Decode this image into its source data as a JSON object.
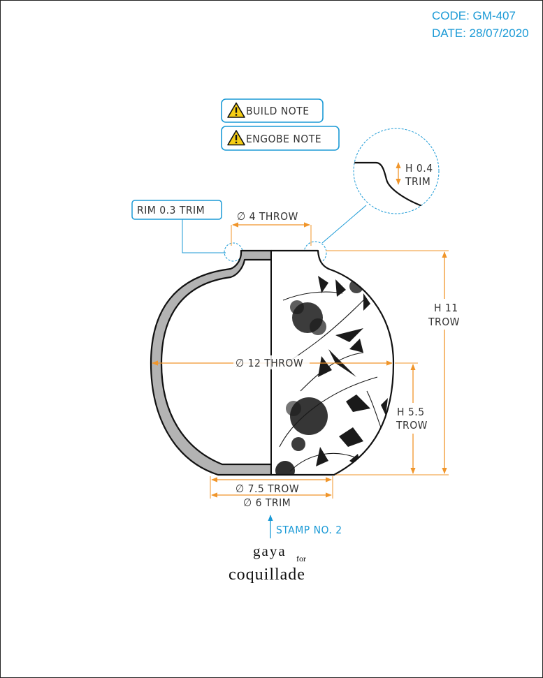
{
  "header": {
    "code": "CODE: GM-407",
    "date": "DATE: 28/07/2020"
  },
  "notes": {
    "build": "BUILD NOTE",
    "engobe": "ENGOBE NOTE",
    "warning_icon": "warning-triangle-icon"
  },
  "dimensions": {
    "rim": "RIM 0.3 TRIM",
    "neck": "∅ 4 THROW",
    "body_width": "∅ 12 THROW",
    "height_total": {
      "line1": "H 11",
      "line2": "TROW"
    },
    "height_mid": {
      "line1": "H 5.5",
      "line2": "TROW"
    },
    "base_throw": "∅ 7.5 TROW",
    "base_trim": "∅ 6 TRIM",
    "detail": {
      "line1": "H 0.4",
      "line2": "TRIM"
    }
  },
  "stamp": {
    "label": "STAMP NO. 2",
    "brand_line1": "gaya",
    "brand_for": "for",
    "brand_line2": "coquillade"
  },
  "colors": {
    "accent_blue": "#1b9ad6",
    "dimension_orange": "#f0952a",
    "wall_gray": "#b3b3b3",
    "outline": "#111111"
  }
}
